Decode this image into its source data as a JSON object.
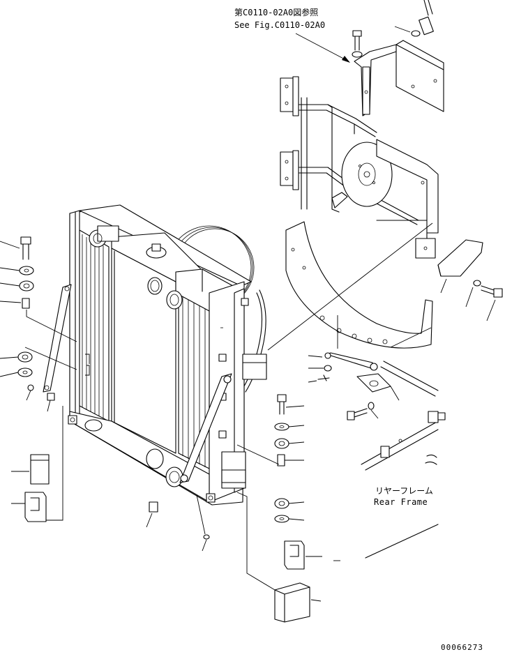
{
  "callouts": {
    "reference_jp": "第C0110-02A0図参照",
    "reference_en": "See Fig.C0110-02A0",
    "rear_frame_jp": "リヤーフレーム",
    "rear_frame_en": "Rear Frame",
    "drawing_number": "00066273"
  },
  "colors": {
    "ink": "#000000",
    "paper": "#ffffff"
  }
}
